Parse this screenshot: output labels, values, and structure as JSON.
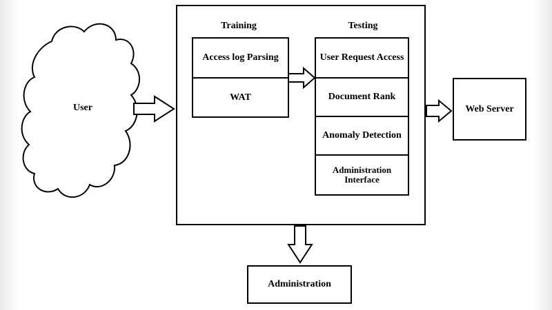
{
  "user": {
    "label": "User"
  },
  "training": {
    "title": "Training",
    "items": [
      "Access log Parsing",
      "WAT"
    ]
  },
  "testing": {
    "title": "Testing",
    "items": [
      "User Request Access",
      "Document Rank",
      "Anomaly Detection",
      "Administration Interface"
    ]
  },
  "web_server": {
    "label": "Web Server"
  },
  "administration": {
    "label": "Administration"
  }
}
